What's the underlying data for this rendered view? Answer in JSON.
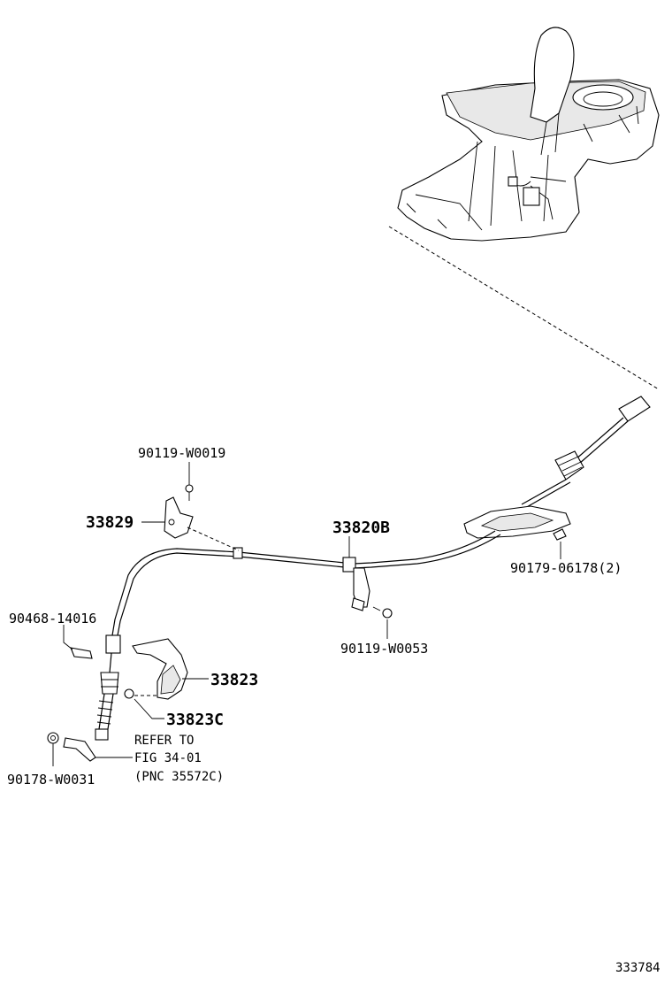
{
  "labels": {
    "p90119_w0019": "90119-W0019",
    "p33829": "33829",
    "p33820b": "33820B",
    "p90179_06178": "90179-06178(2)",
    "p90468_14016": "90468-14016",
    "p90119_w0053": "90119-W0053",
    "p33823": "33823",
    "p33823c": "33823C",
    "refer_line1": "REFER TO",
    "refer_line2": "FIG 34-01",
    "refer_line3": "(PNC 35572C)",
    "p90178_w0031": "90178-W0031",
    "diagram_id": "333784"
  }
}
